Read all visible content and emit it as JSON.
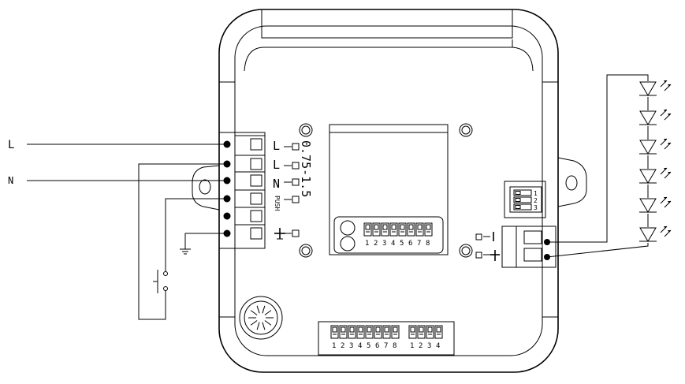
{
  "wires": {
    "line_label": "L",
    "neutral_label": "N"
  },
  "terminals": {
    "l1": "L",
    "l2": "L",
    "n": "N",
    "push": "PUSH",
    "output_rating": "0.75-1.5"
  },
  "dip_switches": {
    "module_bank": [
      "1",
      "2",
      "3",
      "4",
      "5",
      "6",
      "7",
      "8"
    ],
    "bottom_bank_a": [
      "1",
      "2",
      "3",
      "4",
      "5",
      "6",
      "7",
      "8"
    ],
    "bottom_bank_b": [
      "1",
      "2",
      "3",
      "4"
    ],
    "side_bank": [
      "1",
      "2",
      "3"
    ]
  },
  "led_string": {
    "led_count": 6
  },
  "icons": {
    "push_switch": "push-button-switch-icon",
    "ground": "ground-icon",
    "led": "led-diode-icon",
    "polarity_plus": "plus-icon",
    "polarity_minus": "minus-icon"
  },
  "colors": {
    "line": "#000000",
    "background": "#ffffff"
  }
}
